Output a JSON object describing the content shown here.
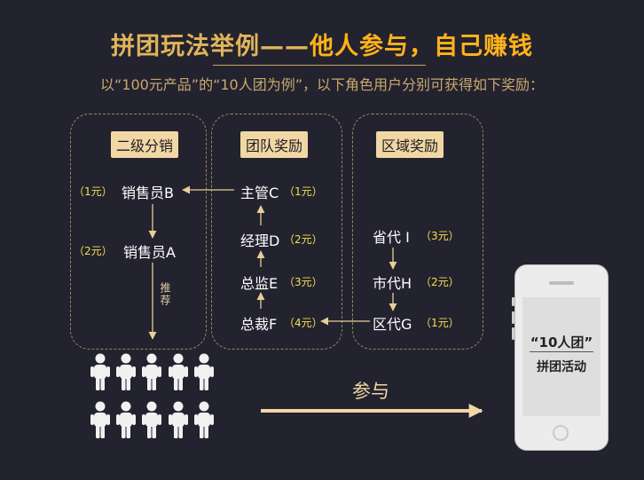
{
  "title": {
    "part1": "拼团玩法举例——",
    "part2": "他人参与，自己赚钱"
  },
  "subtitle": "以“100元产品”的“10人团为例”，以下角色用户分别可获得如下奖励：",
  "panels": {
    "secondary": {
      "tag": "二级分销",
      "nodes": [
        {
          "name": "销售员B",
          "amount": "（1元）"
        },
        {
          "name": "销售员A",
          "amount": "（2元）"
        }
      ],
      "recommend": "推荐"
    },
    "team": {
      "tag": "团队奖励",
      "nodes": [
        {
          "name": "主管C",
          "amount": "（1元）"
        },
        {
          "name": "经理D",
          "amount": "（2元）"
        },
        {
          "name": "总监E",
          "amount": "（3元）"
        },
        {
          "name": "总裁F",
          "amount": "（4元）"
        }
      ]
    },
    "region": {
      "tag": "区域奖励",
      "nodes": [
        {
          "name": "省代 I",
          "amount": "（3元）"
        },
        {
          "name": "市代H",
          "amount": "（2元）"
        },
        {
          "name": "区代G",
          "amount": "（1元）"
        }
      ]
    }
  },
  "participate": "参与",
  "phone": {
    "line1": "“10人团”",
    "line2": "拼团活动"
  },
  "colors": {
    "background": "#23222f",
    "title_gold": "#e0b55a",
    "title_orange": "#ffb21a",
    "tag_bg": "#f0d7a3",
    "amount_yellow": "#f3e04a",
    "line": "#e8cf96"
  }
}
